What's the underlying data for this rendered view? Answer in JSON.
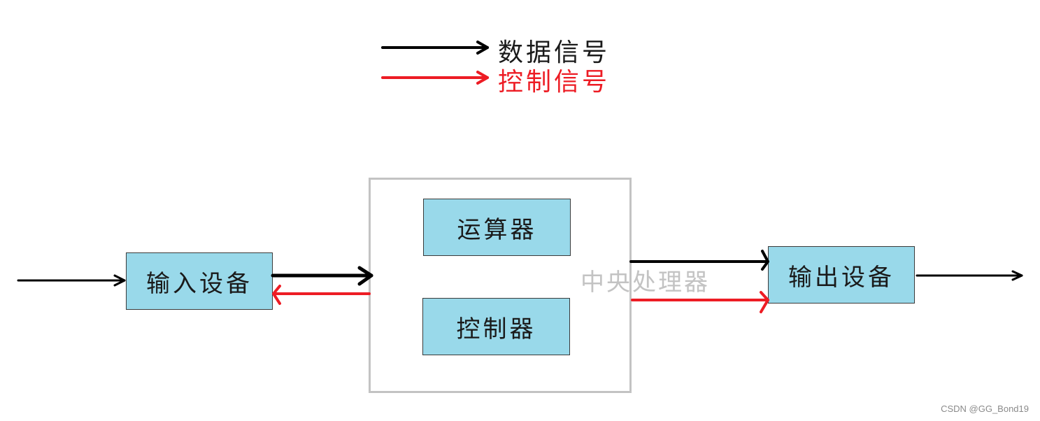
{
  "legend": {
    "data_signal": {
      "label": "数据信号",
      "color": "#000000"
    },
    "control_signal": {
      "label": "控制信号",
      "color": "#ed1c24"
    }
  },
  "nodes": {
    "input_device": "输入设备",
    "alu": "运算器",
    "controller": "控制器",
    "cpu": "中央处理器",
    "output_device": "输出设备"
  },
  "edges": [
    {
      "from": "external",
      "to": "input_device",
      "type": "data"
    },
    {
      "from": "input_device",
      "to": "cpu",
      "type": "data"
    },
    {
      "from": "cpu",
      "to": "input_device",
      "type": "control"
    },
    {
      "from": "cpu",
      "to": "output_device",
      "type": "data"
    },
    {
      "from": "cpu",
      "to": "output_device",
      "type": "control"
    },
    {
      "from": "output_device",
      "to": "external",
      "type": "data"
    }
  ],
  "colors": {
    "box_fill": "#99d9ea",
    "cpu_border": "#c3c3c3"
  },
  "watermark": "CSDN @GG_Bond19"
}
